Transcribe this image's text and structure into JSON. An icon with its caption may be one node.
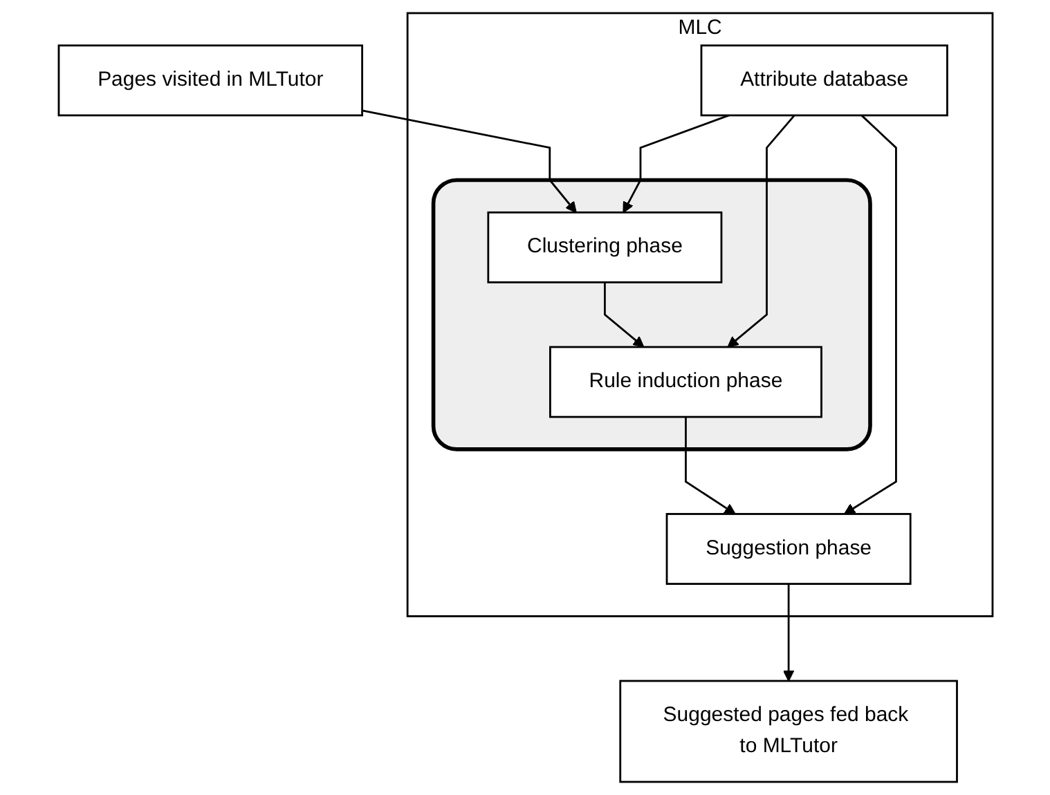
{
  "diagram": {
    "nodes": [
      {
        "text": [
          "Pages visited in MLTutor"
        ]
      },
      {
        "text": [
          "Suggested pages fed back to MLTutor"
        ]
      },
      {
        "text": [
          "MLC"
        ]
      },
      {
        "text": [],
        "shape": "box",
        "in": 2
      },
      {
        "text": [
          "Clustering phase"
        ],
        "in": 3
      },
      {
        "text": [
          "Rule induction phase"
        ],
        "in": 3
      },
      {
        "text": [
          "Suggestion phase"
        ],
        "in": 2
      },
      {
        "text": [
          "Attribute database"
        ],
        "in": 2
      }
    ],
    "edges": [
      {
        "from": 0,
        "to": 4,
        "arrow": "to"
      },
      {
        "from": 4,
        "to": 5,
        "arrow": "to"
      },
      {
        "from": 5,
        "to": 6,
        "arrow": "to"
      },
      {
        "from": 6,
        "to": 1,
        "arrow": "to"
      },
      {
        "from": 7,
        "to": 4,
        "arrow": "to"
      },
      {
        "from": 7,
        "to": 5,
        "arrow": "to"
      },
      {
        "from": 7,
        "to": 6,
        "arrow": "to"
      }
    ]
  }
}
